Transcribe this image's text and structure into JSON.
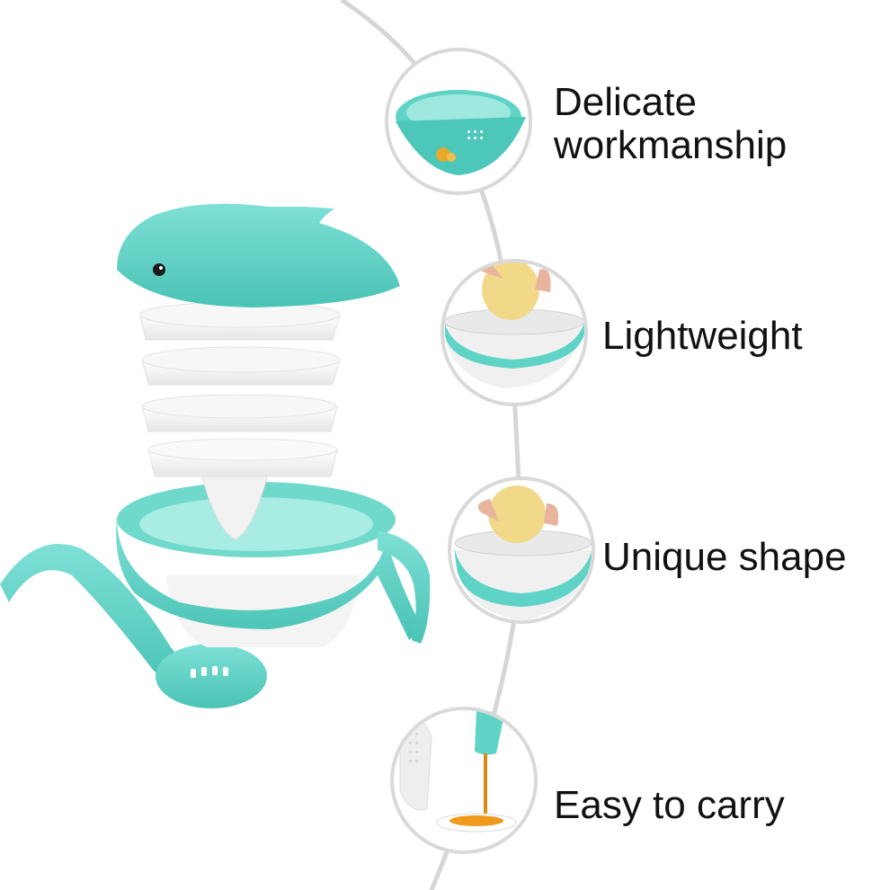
{
  "features": [
    {
      "label_lines": [
        "Delicate",
        "workmanship"
      ],
      "icon": "bowl-with-strainer-spoon-icon"
    },
    {
      "label_lines": [
        "Lightweight"
      ],
      "icon": "grating-apple-icon"
    },
    {
      "label_lines": [
        "Unique shape"
      ],
      "icon": "grating-apple-side-icon"
    },
    {
      "label_lines": [
        "Easy to carry"
      ],
      "icon": "juice-pouring-icon"
    }
  ],
  "colors": {
    "accent": "#5fd3c6",
    "accent_dark": "#3fbcae",
    "plate": "#f3f3f3",
    "circle_border": "#d9d9d9",
    "connector": "#cfcfcf",
    "text": "#111111"
  }
}
